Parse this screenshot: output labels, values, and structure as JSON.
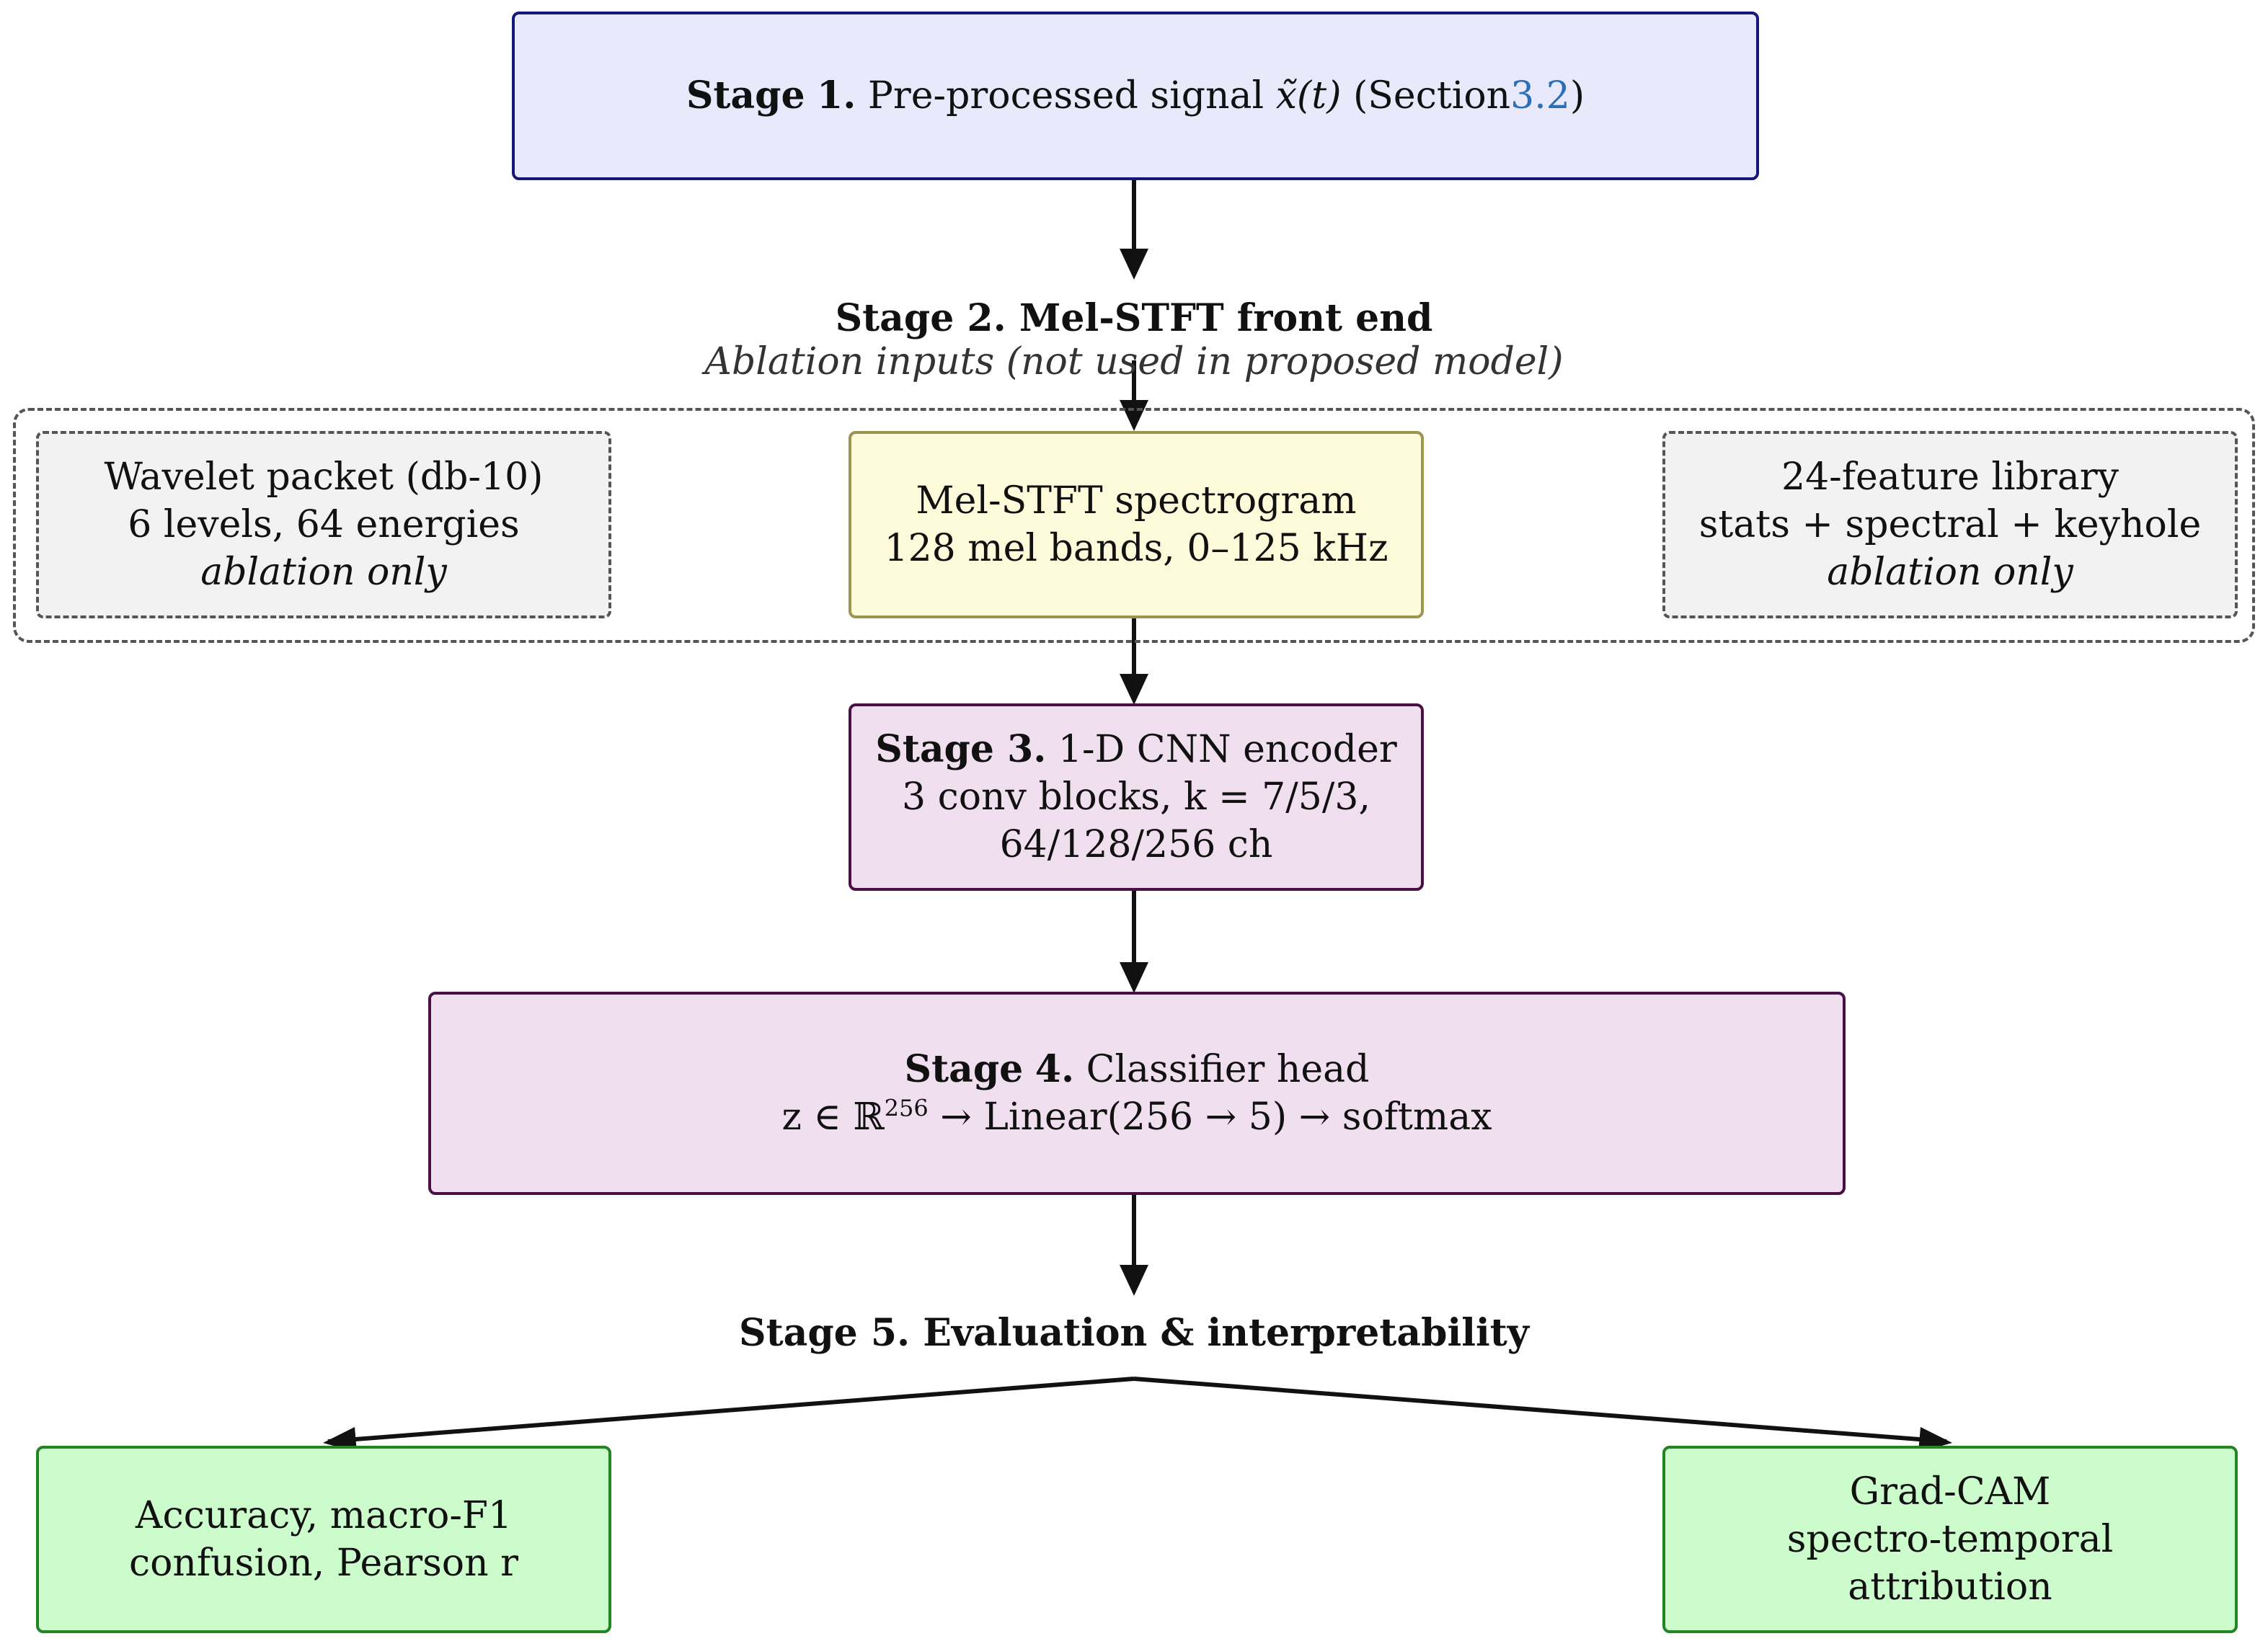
{
  "stage1": {
    "title": "Stage",
    "num": "1.",
    "text": "Pre-processed signal",
    "math": "x̃(t)",
    "section_prefix": "(Section",
    "section_ref": "3.2",
    "section_suffix": ")"
  },
  "stage2": {
    "title": "Stage 2.",
    "subtitle": "Mel-STFT front end",
    "note": "Ablation inputs (not used in proposed model)"
  },
  "wavelet": {
    "line1": "Wavelet packet (db-10)",
    "line2": "6 levels, 64 energies",
    "line3": "ablation only"
  },
  "melstft": {
    "line1": "Mel-STFT spectrogram",
    "line2": "128 mel bands, 0–125 kHz"
  },
  "featlib": {
    "line1": "24-feature library",
    "line2": "stats + spectral + keyhole",
    "line3": "ablation only"
  },
  "stage3": {
    "title": "Stage 3.",
    "text": "1-D CNN encoder",
    "line2": "3 conv blocks, k = 7/5/3,",
    "line3": "64/128/256 ch"
  },
  "stage4": {
    "title": "Stage",
    "num": "4.",
    "text": "Classifier head",
    "eq_a": "z ∈ ℝ",
    "eq_sup": "256",
    "eq_b": " → Linear(256 → 5) → softmax"
  },
  "stage5": {
    "title": "Stage 5.",
    "text": "Evaluation & interpretability"
  },
  "metrics": {
    "line1": "Accuracy, macro-F1",
    "line2": "confusion, Pearson r"
  },
  "gradcam": {
    "line1": "Grad-CAM",
    "line2": "spectro-temporal",
    "line3": "attribution"
  }
}
